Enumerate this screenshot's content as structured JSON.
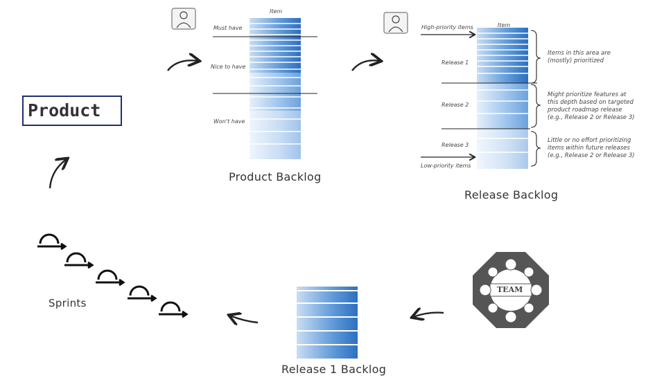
{
  "product": {
    "label": "Product"
  },
  "product_backlog": {
    "caption": "Product Backlog",
    "column_header": "Item",
    "levels": [
      "Must have",
      "Nice to have",
      "Won't have"
    ]
  },
  "release_backlog": {
    "caption": "Release Backlog",
    "column_header": "Item",
    "high_priority": "High-priority items",
    "low_priority": "Low-priority items",
    "releases": [
      "Release 1",
      "Release 2",
      "Release 3"
    ],
    "notes": [
      "Items in this area are (mostly) prioritized",
      "Might prioritize features at this depth based on targeted product roadmap release (e.g., Release 2 or Release 3)",
      "Little or no effort prioritizing items within future releases (e.g., Release 2 or Release 3)"
    ]
  },
  "team": {
    "label": "TEAM"
  },
  "release1_backlog": {
    "caption": "Release 1 Backlog"
  },
  "sprints": {
    "label": "Sprints"
  },
  "colors": {
    "accent_blue": "#3a7cc9",
    "box_border": "#1e2e6e"
  }
}
